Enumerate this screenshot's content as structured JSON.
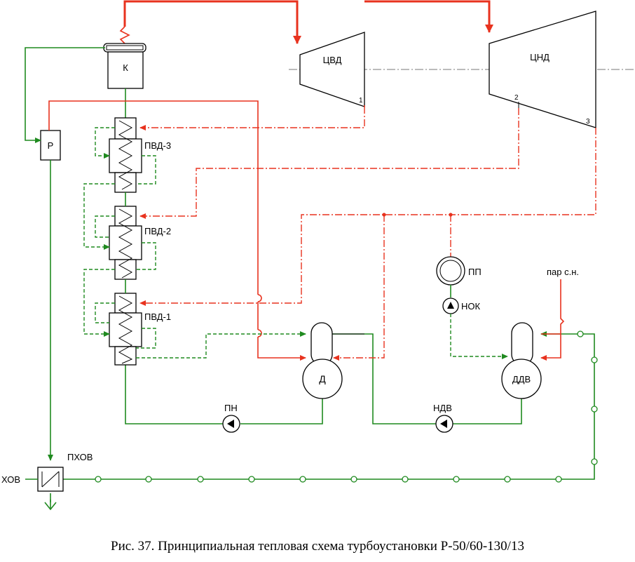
{
  "equipment": {
    "boiler": "К",
    "hp_turbine": "ЦВД",
    "lp_turbine": "ЦНД",
    "regulator": "Р",
    "hph3": "ПВД-3",
    "hph2": "ПВД-2",
    "hph1": "ПВД-1",
    "deaerator": "Д",
    "makeup_deaerator": "ДДВ",
    "feed_pump": "ПН",
    "makeup_pump": "НДВ",
    "condensate_pump": "НОК",
    "process_steam": "ПП",
    "aux_steam": "пар с.н.",
    "chem_heater": "ПХОВ",
    "chem_water": "ХОВ"
  },
  "extraction_points": [
    "1",
    "2",
    "3"
  ],
  "caption": "Рис. 37. Принципиальная тепловая схема турбоустановки Р-50/60-130/13",
  "colors": {
    "steam": "#e8321e",
    "water": "#1f8a1f",
    "outline": "#000000"
  }
}
